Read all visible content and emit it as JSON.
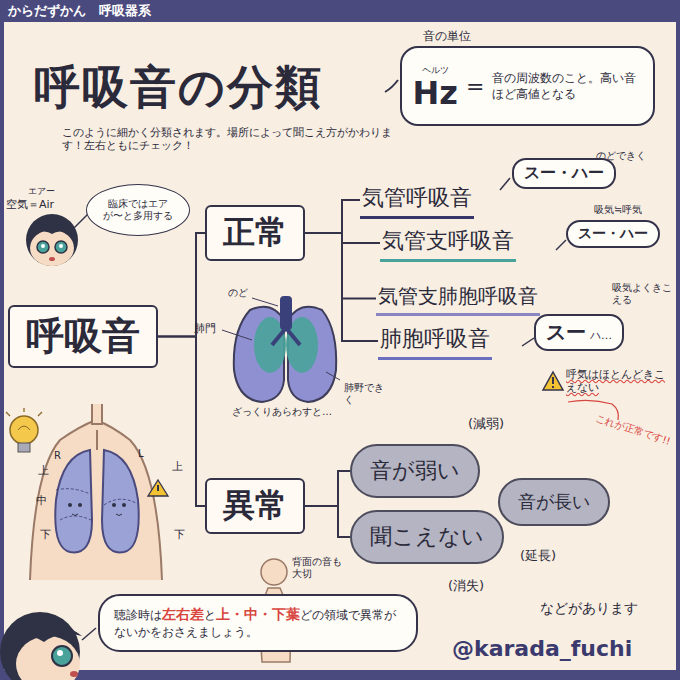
{
  "diagram": {
    "title": "呼吸音の分類",
    "nodes": [
      {
        "text": [
          "呼吸音"
        ]
      },
      {
        "text": [
          "正常"
        ]
      },
      {
        "text": [
          "気管呼吸音"
        ]
      },
      {
        "text": [
          "気管支呼吸音"
        ]
      },
      {
        "text": [
          "気管支肺胞呼吸音"
        ]
      },
      {
        "text": [
          "肺胞呼吸音"
        ]
      },
      {
        "text": [
          "異常"
        ]
      },
      {
        "text": [
          "音が弱い"
        ]
      },
      {
        "text": [
          "聞こえない"
        ]
      },
      {
        "text": [
          "音が長い"
        ]
      },
      {
        "text": [
          "音の単位",
          "ヘルツ",
          "Hz",
          "=",
          "音の周波数のこと。高い音ほど高値となる"
        ]
      },
      {
        "text": [
          "臨床ではエアが〜と多用する"
        ]
      },
      {
        "text": [
          "スー・ハー"
        ]
      },
      {
        "text": [
          "スー・ハー"
        ]
      },
      {
        "text": [
          "スー",
          "ハ…"
        ]
      },
      {
        "text": [
          "聴診時は",
          "左右差",
          "と",
          "上・中・下葉",
          "どの領域で異常がないかをおさえましょう。"
        ]
      }
    ],
    "edges": [
      {
        "from": 0,
        "to": 1,
        "arrow": "none"
      },
      {
        "from": 0,
        "to": 6,
        "arrow": "none"
      },
      {
        "from": 1,
        "to": 2,
        "arrow": "none"
      },
      {
        "from": 1,
        "to": 3,
        "arrow": "none"
      },
      {
        "from": 1,
        "to": 4,
        "arrow": "none"
      },
      {
        "from": 1,
        "to": 5,
        "arrow": "none"
      },
      {
        "from": 6,
        "to": 7,
        "arrow": "none"
      },
      {
        "from": 6,
        "to": 8,
        "arrow": "none"
      }
    ],
    "labels": [
      "からだずかん　呼吸器系",
      "このように細かく分類されます。場所によって聞こえ方がかわります！左右ともにチェック！",
      "エアー",
      "空気＝Air",
      "のど",
      "肺門",
      "肺野できく",
      "ざっくりあらわすと…",
      "のどできく",
      "吸気≒呼気",
      "吸気よくきこえる",
      "呼気はほとんどきこえない",
      "これが正常です!!",
      "(減弱)",
      "(消失)",
      "(延長)",
      "などがあります",
      "R",
      "L",
      "上",
      "中",
      "下",
      "上",
      "下",
      "背面の音も大切",
      "@karada_fuchi"
    ]
  }
}
